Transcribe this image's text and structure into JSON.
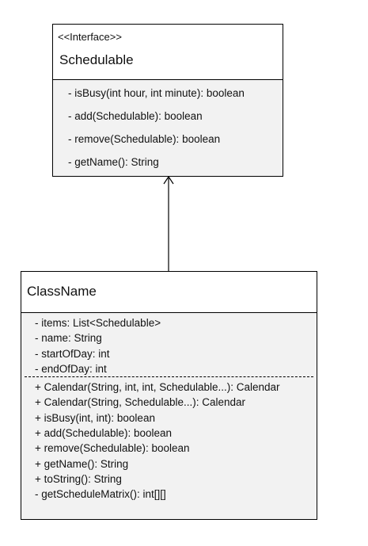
{
  "interface_box": {
    "stereotype": "<<Interface>>",
    "name": "Schedulable",
    "methods": [
      "- isBusy(int hour, int minute): boolean",
      "- add(Schedulable): boolean",
      "- remove(Schedulable): boolean",
      "- getName(): String"
    ]
  },
  "class_box": {
    "name": "ClassName",
    "attributes": [
      "- items: List<Schedulable>",
      "- name: String",
      "- startOfDay: int",
      "- endOfDay: int"
    ],
    "methods": [
      "+ Calendar(String, int, int, Schedulable...): Calendar",
      "+ Calendar(String, Schedulable...): Calendar",
      "+ isBusy(int, int): boolean",
      "+ add(Schedulable): boolean",
      "+ remove(Schedulable): boolean",
      "+ getName(): String",
      "+ toString(): String",
      "- getScheduleMatrix(): int[][]"
    ]
  },
  "relationship": {
    "type": "realization"
  }
}
